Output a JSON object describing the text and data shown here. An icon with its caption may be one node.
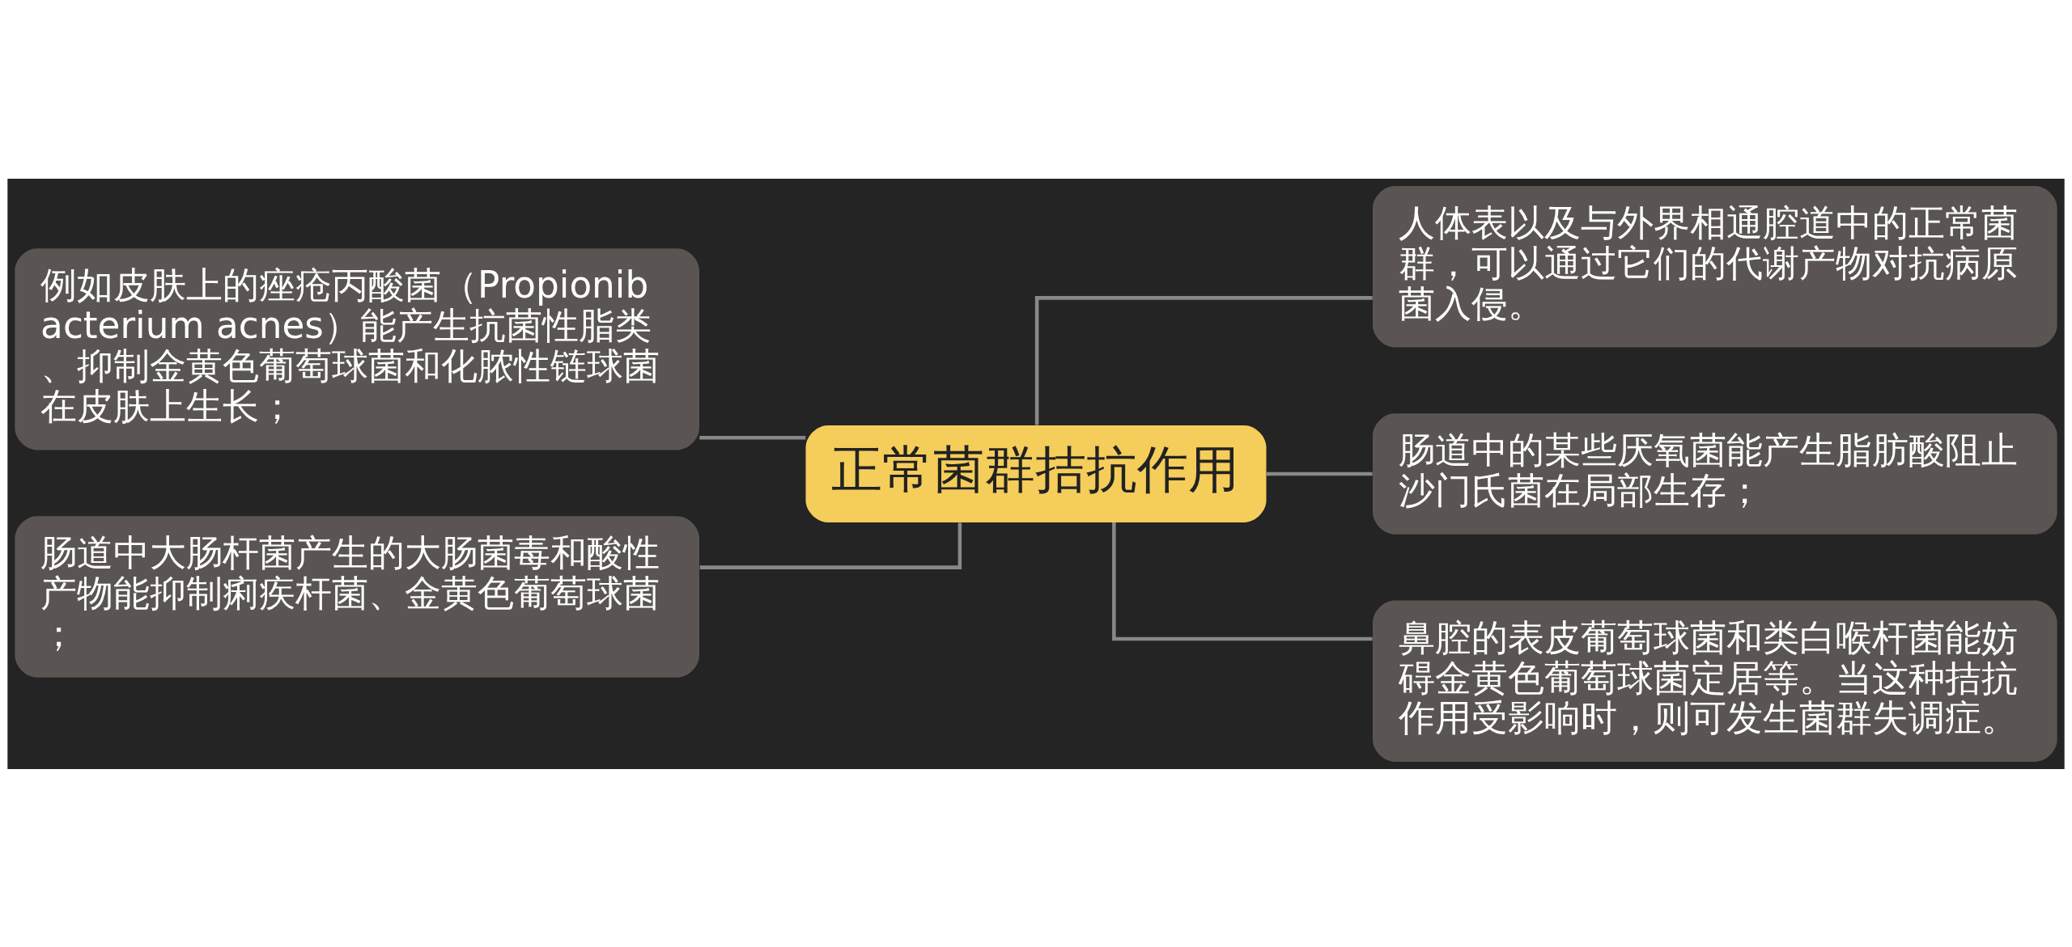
{
  "diagram": {
    "nodes": [
      {
        "text": [
          "正常菌群拮抗作用"
        ]
      },
      {
        "text": [
          "例如皮肤上的痤疮丙酸菌（Propionibacterium acnes）能产生抗菌性脂类、抑制金黄色葡萄球菌和化脓性链球菌在皮肤上生长；"
        ]
      },
      {
        "text": [
          "肠道中大肠杆菌产生的大肠菌毒和酸性产物能抑制痢疾杆菌、金黄色葡萄球菌；"
        ]
      },
      {
        "text": [
          "人体表以及与外界相通腔道中的正常菌群，可以通过它们的代谢产物对抗病原菌入侵。"
        ]
      },
      {
        "text": [
          "肠道中的某些厌氧菌能产生脂肪酸阻止沙门氏菌在局部生存；"
        ]
      },
      {
        "text": [
          "鼻腔的表皮葡萄球菌和类白喉杆菌能妨碍金黄色葡萄球菌定居等。当这种拮抗作用受影响时，则可发生菌群失调症。"
        ]
      }
    ],
    "edges": [
      {
        "from": 0,
        "to": 1,
        "arrow": "none"
      },
      {
        "from": 0,
        "to": 2,
        "arrow": "none"
      },
      {
        "from": 0,
        "to": 3,
        "arrow": "none"
      },
      {
        "from": 0,
        "to": 4,
        "arrow": "none"
      },
      {
        "from": 0,
        "to": 5,
        "arrow": "none"
      }
    ]
  }
}
